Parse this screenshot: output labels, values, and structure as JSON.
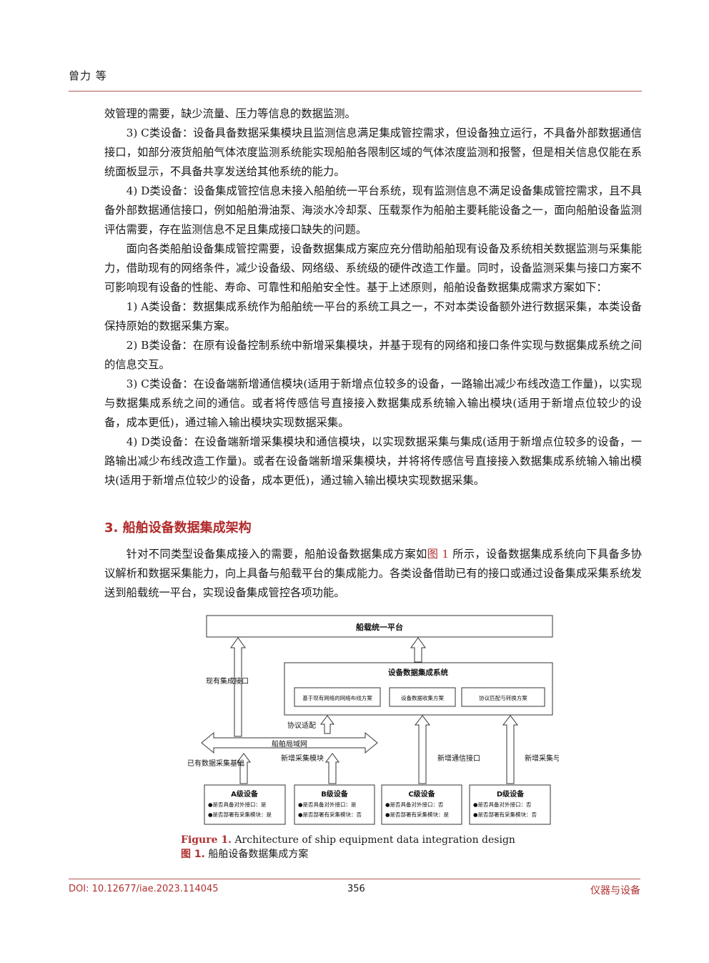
{
  "header": {
    "author": "曾力 等"
  },
  "paragraphs": [
    "效管理的需要，缺少流量、压力等信息的数据监测。",
    "3) C类设备：设备具备数据采集模块且监测信息满足集成管控需求，但设备独立运行，不具备外部数据通信接口，如部分液货船舶气体浓度监测系统能实现船舶各限制区域的气体浓度监测和报警，但是相关信息仅能在系统面板显示，不具备共享发送给其他系统的能力。",
    "4) D类设备：设备集成管控信息未接入船舶统一平台系统，现有监测信息不满足设备集成管控需求，且不具备外部数据通信接口，例如船舶滑油泵、海淡水冷却泵、压载泵作为船舶主要耗能设备之一，面向船舶设备监测评估需要，存在监测信息不足且集成接口缺失的问题。",
    "面向各类船舶设备集成管控需要，设备数据集成方案应充分借助船舶现有设备及系统相关数据监测与采集能力，借助现有的网络条件，减少设备级、网络级、系统级的硬件改造工作量。同时，设备监测采集与接口方案不可影响现有设备的性能、寿命、可靠性和船舶安全性。基于上述原则，船舶设备数据集成需求方案如下：",
    "1) A类设备：数据集成系统作为船舶统一平台的系统工具之一，不对本类设备额外进行数据采集，本类设备保持原始的数据采集方案。",
    "2) B类设备：在原有设备控制系统中新增采集模块，并基于现有的网络和接口条件实现与数据集成系统之间的信息交互。",
    "3) C类设备：在设备端新增通信模块(适用于新增点位较多的设备，一路输出减少布线改造工作量)，以实现与数据集成系统之间的通信。或者将传感信号直接接入数据集成系统输入输出模块(适用于新增点位较少的设备，成本更低)，通过输入输出模块实现数据采集。",
    "4) D类设备：在设备端新增采集模块和通信模块，以实现数据采集与集成(适用于新增点位较多的设备，一路输出减少布线改造工作量)。或者在设备端新增采集模块，并将将传感信号直接接入数据集成系统输入输出模块(适用于新增点位较少的设备，成本更低)，通过输入输出模块实现数据采集。"
  ],
  "section": {
    "heading": "3. 船舶设备数据集成架构",
    "para_before": "针对不同类型设备集成接入的需要，船舶设备数据集成方案如",
    "para_ref": "图 1",
    "para_after": " 所示，设备数据集成系统向下具备多协议解析和数据采集能力，向上具备与船载平台的集成能力。各类设备借助已有的接口或通过设备集成采集系统发送到船载统一平台，实现设备集成管控各项功能。"
  },
  "figure": {
    "platform": "船载统一平台",
    "system": "设备数据集成系统",
    "schemes": [
      "基于现有网络的网络布线方案",
      "设备数据收集方案",
      "协议匹配与转换方案"
    ],
    "existing_interface": "现有集成接口",
    "protocol_adapter": "协议适配",
    "lan": "船舶局域网",
    "existing_collection": "已有数据采集基础",
    "new_module": "新增采集模块",
    "new_comm": "新增通信接口",
    "new_collect_comm": "新增采集与通信",
    "devices": [
      {
        "title": "A级设备",
        "line1": "●是否具备对外接口：是",
        "line2": "●是否部署有采集模块：是"
      },
      {
        "title": "B级设备",
        "line1": "●是否具备对外接口：是",
        "line2": "●是否部署有采集模块：否"
      },
      {
        "title": "C级设备",
        "line1": "●是否具备对外接口：否",
        "line2": "●是否部署有采集模块：是"
      },
      {
        "title": "D级设备",
        "line1": "●是否具备对外接口：否",
        "line2": "●是否部署有采集模块：否"
      }
    ]
  },
  "caption": {
    "en_label": "Figure 1.",
    "en_text": " Architecture of ship equipment data integration design",
    "cn_label": "图 1.",
    "cn_text": " 船舶设备数据集成方案"
  },
  "footer": {
    "doi": "DOI: 10.12677/iae.2023.114045",
    "page": "356",
    "journal": "仪器与设备"
  }
}
